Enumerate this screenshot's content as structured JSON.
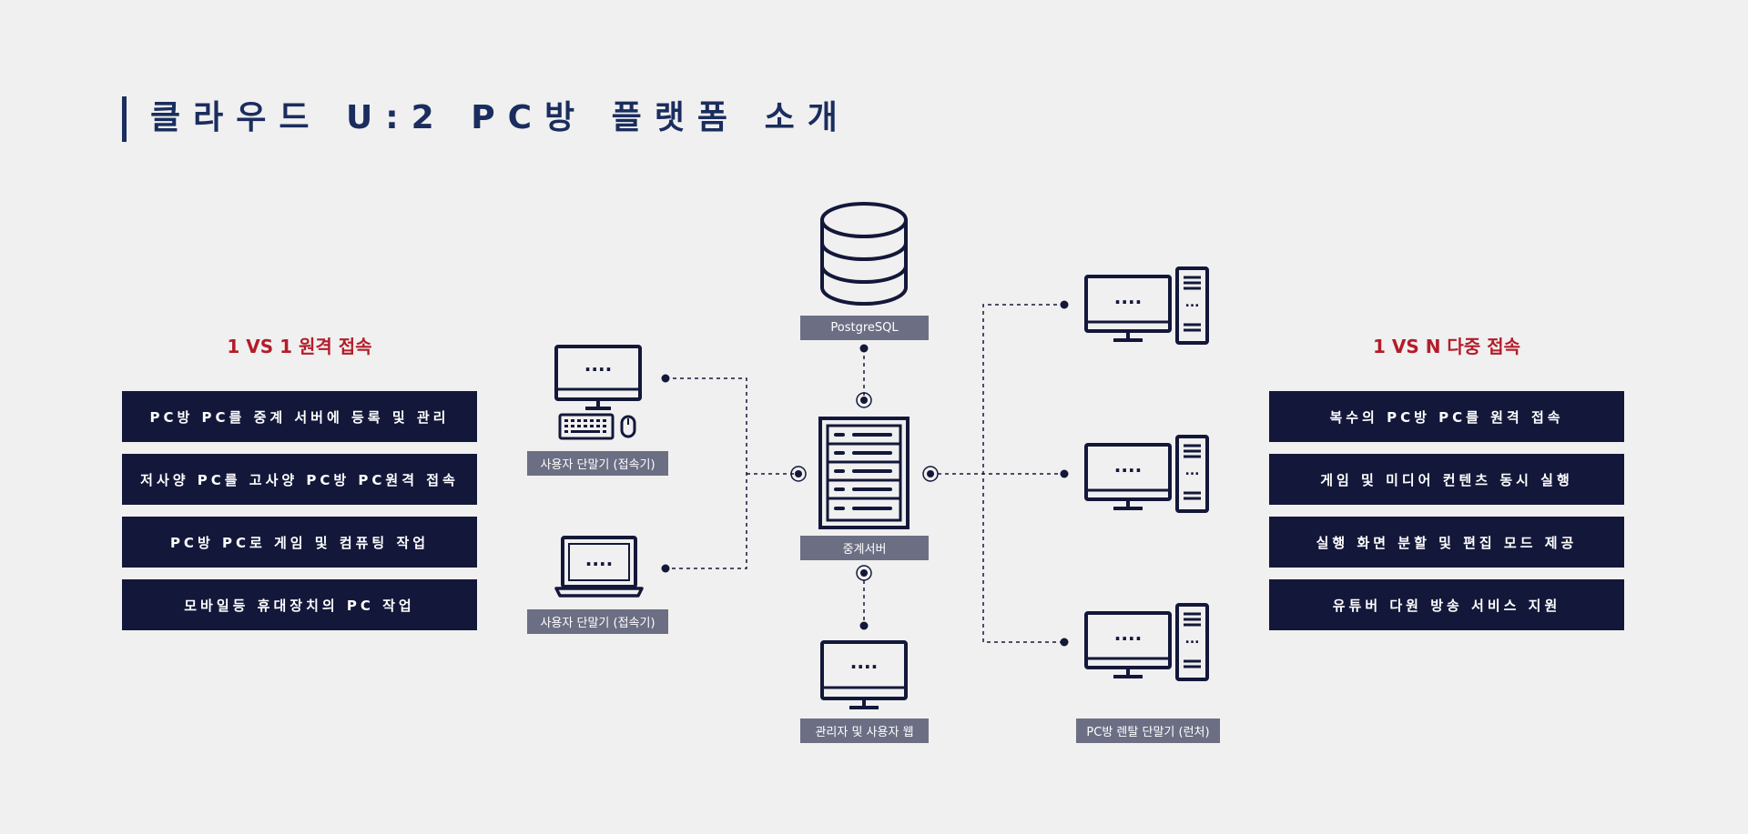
{
  "title": "클라우드 U:2 PC방 플랫폼 소개",
  "left_section": {
    "heading": "1 VS 1 원격 접속",
    "features": [
      "PC방 PC를 중계 서버에 등록 및 관리",
      "저사양 PC를 고사양 PC방 PC원격 접속",
      "PC방 PC로 게임 및 컴퓨팅 작업",
      "모바일등 휴대장치의 PC 작업"
    ]
  },
  "right_section": {
    "heading": "1 VS N 다중 접속",
    "features": [
      "복수의 PC방 PC를 원격 접속",
      "게임 및 미디어 컨텐츠 동시 실행",
      "실행 화면 분할 및 편집 모드 제공",
      "유튜버 다원 방송 서비스 지원"
    ]
  },
  "nodes": {
    "database": "PostgreSQL",
    "relay_server": "중계서버",
    "user_desktop": "사용자 단말기 (접속기)",
    "user_laptop": "사용자 단말기 (접속기)",
    "admin_web": "관리자 및 사용자 웹",
    "rental_terminals": "PC방 렌탈 단말기 (런처)"
  },
  "colors": {
    "navy": "#13183a",
    "title": "#1a2d5e",
    "accent_red": "#b31c2a",
    "label_gray": "#6c6f84",
    "background": "#f0f0f0"
  },
  "icons": [
    "database-icon",
    "server-rack-icon",
    "desktop-keyboard-icon",
    "laptop-icon",
    "monitor-icon",
    "desktop-tower-icon"
  ]
}
